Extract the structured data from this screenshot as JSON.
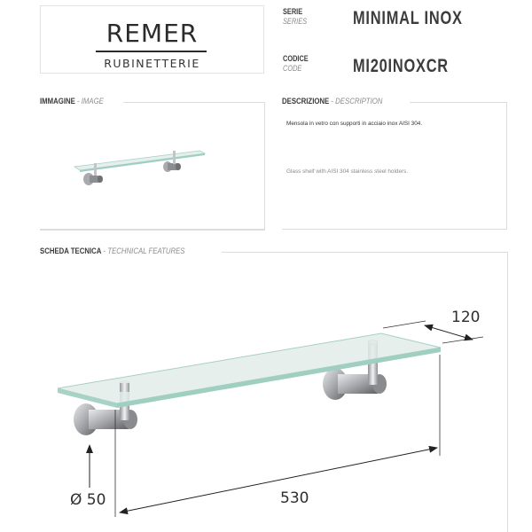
{
  "brand": {
    "name": "REMER",
    "tagline": "RUBINETTERIE"
  },
  "header": {
    "series": {
      "label": "SERIE",
      "label_en": "SERIES",
      "value": "MINIMAL INOX"
    },
    "code": {
      "label": "CODICE",
      "label_en": "CODE",
      "value": "MI20INOXCR"
    }
  },
  "image_section": {
    "title_it": "IMMAGINE",
    "separator": " - ",
    "title_en": "IMAGE",
    "image_icon": "glass-shelf-product-photo"
  },
  "description_section": {
    "title_it": "DESCRIZIONE",
    "separator": " - ",
    "title_en": "DESCRIPTION",
    "text_it": "Mensola in vetro con supporti in acciaio inox AISI 304.",
    "text_en": "Glass shelf with AISI 304 stainless steel holders."
  },
  "technical_section": {
    "title_it": "SCHEDA TECNICA",
    "separator": " - ",
    "title_en": "TECHNICAL FEATURES",
    "drawing_icon": "glass-shelf-technical-drawing",
    "dimensions": {
      "depth": "120",
      "width": "530",
      "diameter": "Ø 50"
    }
  },
  "colors": {
    "text_dark": "#3a3a3a",
    "text_muted": "#8a8a8a",
    "frame": "#dcdcdc",
    "glass_edge": "#9fcfc0",
    "chrome": "#b9bcc0"
  }
}
